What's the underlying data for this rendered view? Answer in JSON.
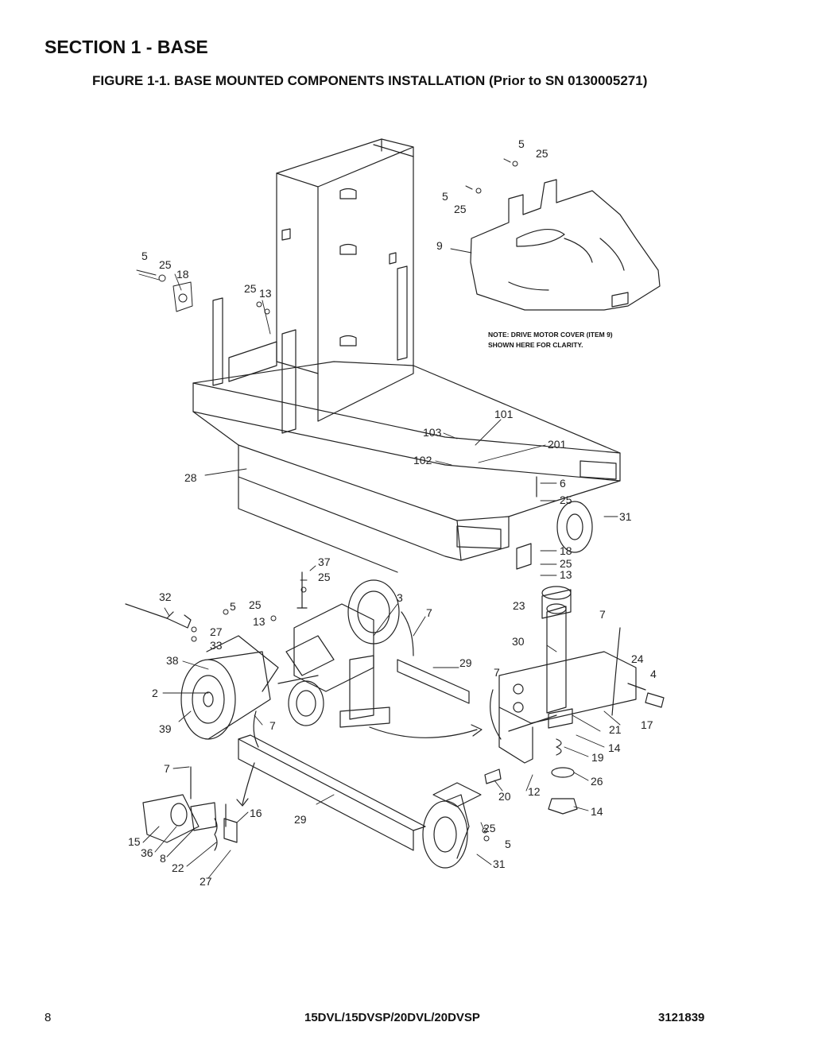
{
  "section_title": "SECTION 1 - BASE",
  "figure_title": "FIGURE 1-1. BASE MOUNTED COMPONENTS INSTALLATION (Prior to SN 0130005271)",
  "note_lines": [
    "NOTE:  DRIVE MOTOR COVER (ITEM 9)",
    "SHOWN HERE FOR CLARITY."
  ],
  "callouts": {
    "c5a": "5",
    "c25a": "25",
    "c5b": "5",
    "c25b": "25",
    "c9": "9",
    "c5c": "5",
    "c25c": "25",
    "c18a": "18",
    "c25d": "25",
    "c13a": "13",
    "c101": "101",
    "c103": "103",
    "c201": "201",
    "c102": "102",
    "c28": "28",
    "c6": "6",
    "c25e": "25",
    "c31a": "31",
    "c18b": "18",
    "c25f": "25",
    "c13b": "13",
    "c37": "37",
    "c25g": "25",
    "c32": "32",
    "c5d": "5",
    "c25h": "25",
    "c3": "3",
    "c13c": "13",
    "c27a": "27",
    "c33": "33",
    "c7a": "7",
    "c23": "23",
    "c7b": "7",
    "c38": "38",
    "c29a": "29",
    "c30": "30",
    "c24": "24",
    "c4": "4",
    "c7c": "7",
    "c2": "2",
    "c7d": "7",
    "c39": "39",
    "c21": "21",
    "c17": "17",
    "c14a": "14",
    "c19": "19",
    "c7e": "7",
    "c26": "26",
    "c20": "20",
    "c12": "12",
    "c14b": "14",
    "c16": "16",
    "c29b": "29",
    "c25i": "25",
    "c5e": "5",
    "c15": "15",
    "c36": "36",
    "c8": "8",
    "c22": "22",
    "c27b": "27",
    "c31b": "31"
  },
  "footer": {
    "page": "8",
    "model": "15DVL/15DVSP/20DVL/20DVSP",
    "doc_number": "3121839"
  }
}
